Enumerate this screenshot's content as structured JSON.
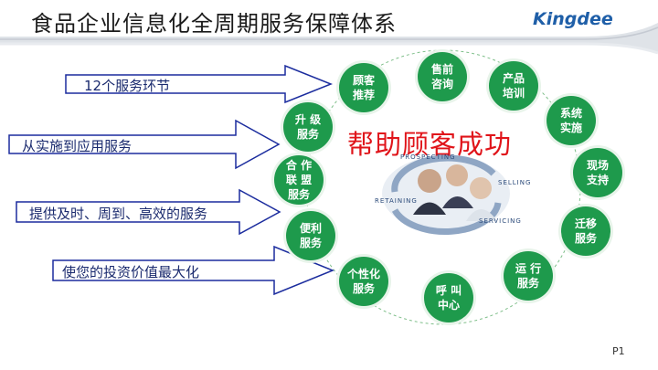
{
  "header": {
    "title": "食品企业信息化全周期服务保障体系",
    "logo_text": "Kingdee"
  },
  "arrows": [
    {
      "label": "12个服务环节"
    },
    {
      "label": "从实施到应用服务"
    },
    {
      "label": "提供及时、周到、高效的服务"
    },
    {
      "label": "使您的投资价值最大化"
    }
  ],
  "center": {
    "title": "帮助顾客成功",
    "cycle_words": [
      "PROSPECTING",
      "SELLING",
      "RETAINING",
      "SERVICING"
    ]
  },
  "nodes": [
    {
      "label": "顾客\n推荐"
    },
    {
      "label": "售前\n咨询"
    },
    {
      "label": "产品\n培训"
    },
    {
      "label": "系统\n实施"
    },
    {
      "label": "现场\n支持"
    },
    {
      "label": "迁移\n服务"
    },
    {
      "label": "运 行\n服务"
    },
    {
      "label": "呼 叫\n中心"
    },
    {
      "label": "个性化\n服务"
    },
    {
      "label": "便利\n服务"
    },
    {
      "label": "合 作\n联 盟\n服务"
    },
    {
      "label": "升 级\n服务"
    }
  ],
  "footer": {
    "page": "P1"
  },
  "colors": {
    "node_fill": "#1e9a4c",
    "node_ring": "#e8f4ea",
    "arrow_outline": "#1b2c9e",
    "center_title": "#e0141a",
    "header_band": "#d9dde3"
  }
}
